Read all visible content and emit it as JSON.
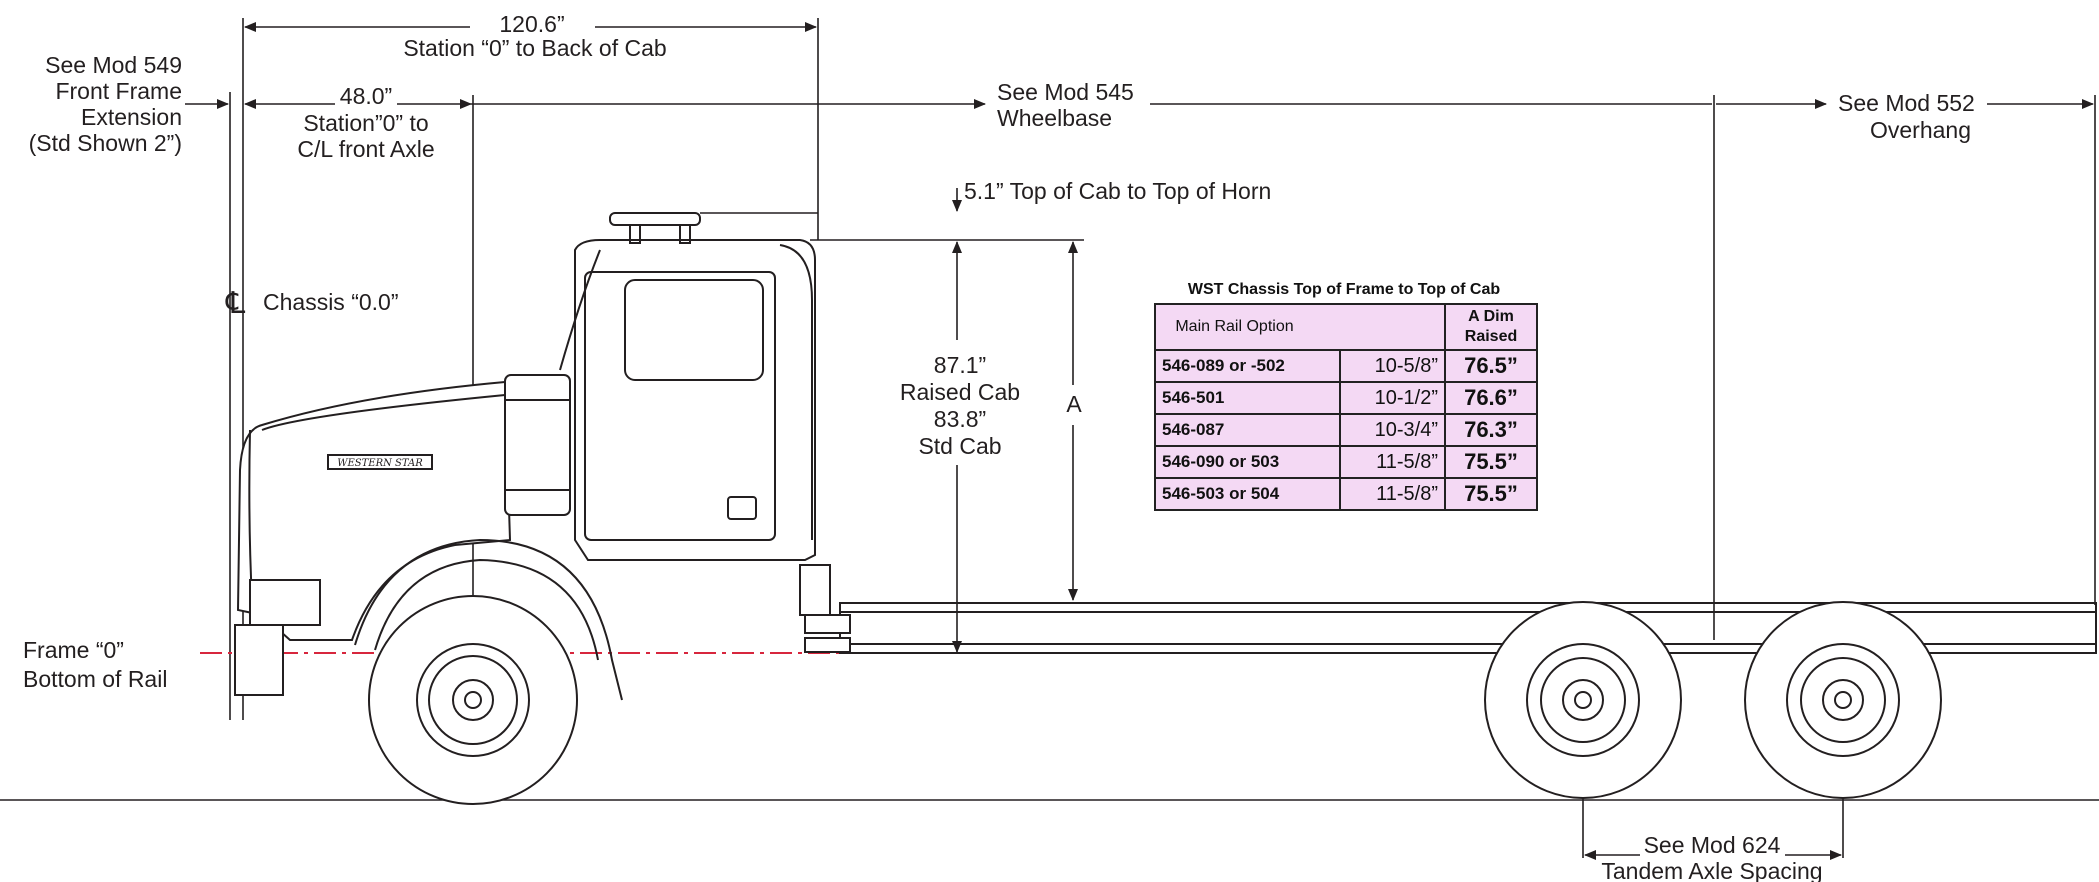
{
  "dimensions": {
    "station_back_of_cab": {
      "value": "120.6”",
      "label": "Station “0” to Back of Cab"
    },
    "station_front_axle": {
      "value": "48.0”",
      "label_line1": "Station”0” to",
      "label_line2": "C/L front Axle"
    },
    "front_frame_ext": {
      "line1": "See Mod 549",
      "line2": "Front Frame",
      "line3": "Extension",
      "line4": "(Std Shown 2”)"
    },
    "wheelbase": {
      "line1": "See Mod 545",
      "line2": "Wheelbase"
    },
    "overhang": {
      "line1": "See Mod 552",
      "line2": "Overhang"
    },
    "horn": {
      "label": "5.1” Top of Cab to Top of Horn"
    },
    "cab_height": {
      "line1": "87.1”",
      "line2": "Raised Cab",
      "line3": "83.8”",
      "line4": "Std Cab"
    },
    "a_dim": {
      "label": "A"
    },
    "chassis_zero": {
      "symbol": "℄",
      "label": "Chassis “0.0”"
    },
    "frame_zero": {
      "line1": "Frame “0”",
      "line2": "Bottom of Rail"
    },
    "tandem": {
      "line1": "See Mod 624",
      "line2": "Tandem Axle Spacing"
    }
  },
  "table": {
    "title": "WST Chassis Top of Frame to Top of Cab",
    "header": {
      "col1": "Main Rail Option",
      "col2_line1": "A Dim",
      "col2_line2": "Raised"
    },
    "rows": [
      {
        "option": "546-089 or -502",
        "frame": "10-5/8”",
        "a_dim": "76.5”"
      },
      {
        "option": "546-501",
        "frame": "10-1/2”",
        "a_dim": "76.6”"
      },
      {
        "option": "546-087",
        "frame": "10-3/4”",
        "a_dim": "76.3”"
      },
      {
        "option": "546-090 or 503",
        "frame": "11-5/8”",
        "a_dim": "75.5”"
      },
      {
        "option": "546-503 or 504",
        "frame": "11-5/8”",
        "a_dim": "75.5”"
      }
    ]
  },
  "brand_badge": "WESTERN STAR",
  "colors": {
    "line": "#231f20",
    "frame_zero_line": "#d7263d",
    "table_fill": "#f4d9f4"
  }
}
